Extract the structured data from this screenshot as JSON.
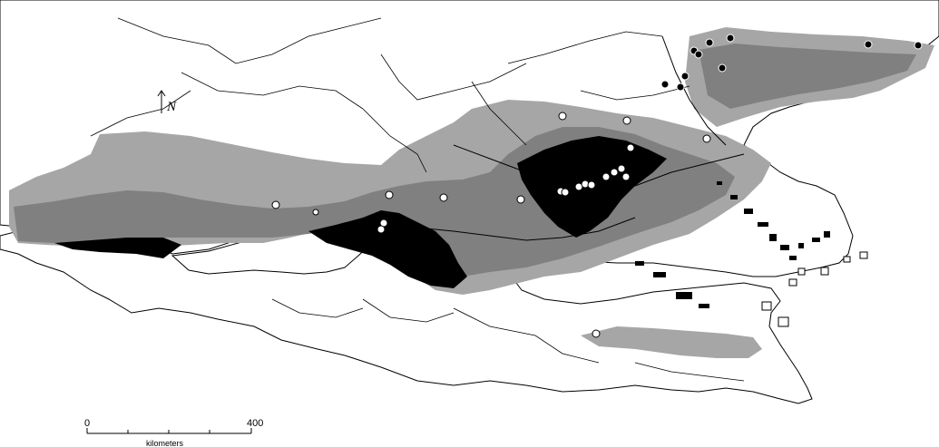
{
  "map": {
    "colors": {
      "background": "#ffffff",
      "outline": "#000000",
      "light_gray": "#a6a6a6",
      "mid_gray": "#808080",
      "core_black": "#000000",
      "point_white": "#ffffff",
      "point_black": "#000000"
    },
    "north_arrow": {
      "label": "N"
    },
    "scale_bar": {
      "start_label": "0",
      "end_label": "400",
      "unit_label": "kilometers",
      "length_km": 400,
      "divisions": 4
    },
    "icons": [
      "north-arrow-icon",
      "scale-bar-icon"
    ]
  }
}
